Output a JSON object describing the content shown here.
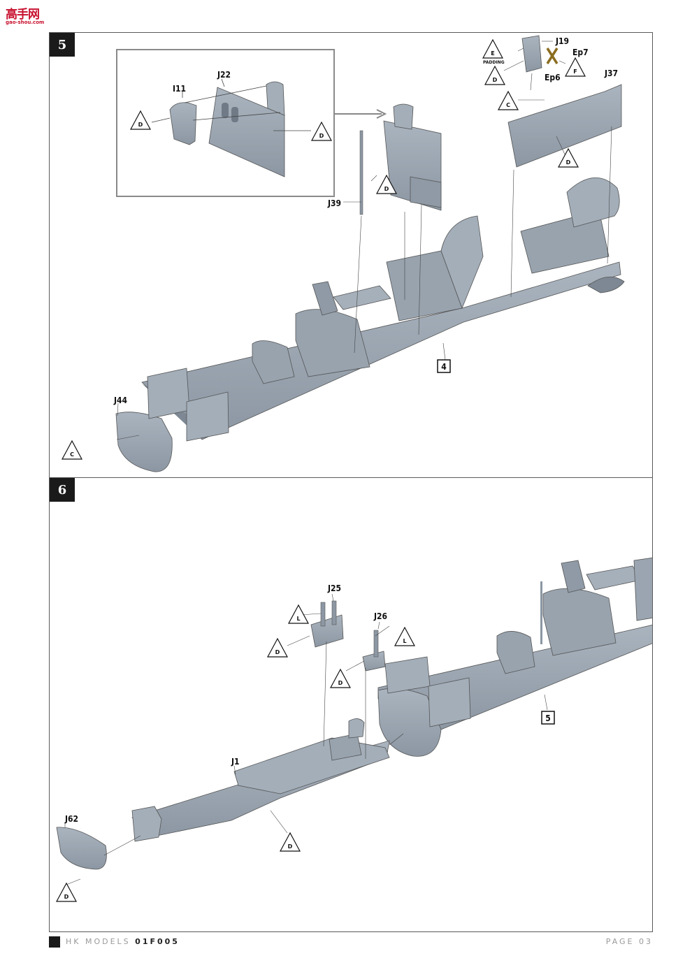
{
  "watermark": {
    "logo": "高手网",
    "url": "gao-shou.com"
  },
  "steps": [
    {
      "number": "5",
      "inset_labels": {
        "i11": "I11",
        "j22": "J22"
      },
      "labels": {
        "j19": "J19",
        "ep7": "Ep7",
        "ep6": "Ep6",
        "j37": "J37",
        "j39": "J39",
        "j44": "J44",
        "padding": "PADDING"
      },
      "ref_box": "4",
      "triangles": [
        "D",
        "D",
        "D",
        "E",
        "D",
        "C",
        "F",
        "D",
        "C"
      ]
    },
    {
      "number": "6",
      "labels": {
        "j25": "J25",
        "j26": "J26",
        "j1": "J1",
        "j62": "J62"
      },
      "ref_box": "5",
      "triangles": [
        "L",
        "D",
        "L",
        "D",
        "D",
        "D"
      ]
    }
  ],
  "footer": {
    "brand": "HK MODELS",
    "code": "01F005",
    "page": "PAGE 03"
  },
  "colors": {
    "part": "#9aa5b1",
    "part_dark": "#7d8894",
    "line": "#444444",
    "accent_x": "#8b6d1f"
  }
}
